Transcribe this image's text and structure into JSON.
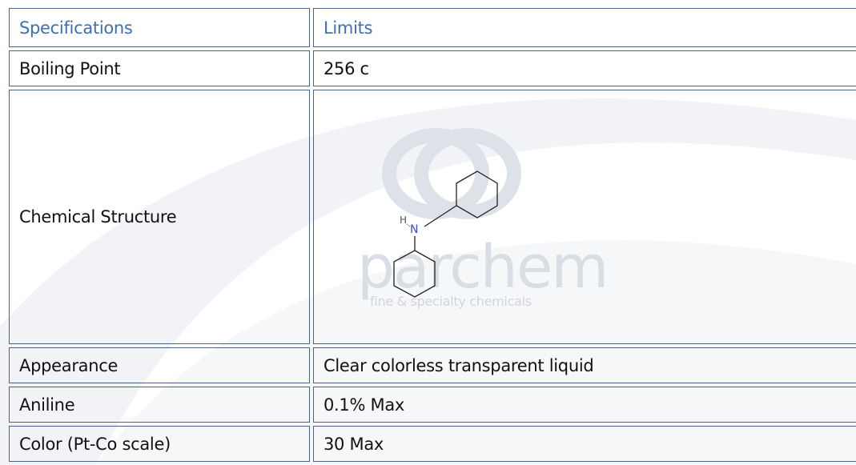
{
  "table": {
    "header": {
      "col1": "Specifications",
      "col2": "Limits"
    },
    "rows": [
      {
        "spec": "Boiling Point",
        "limit": "256 c"
      },
      {
        "spec": "Chemical Structure",
        "limit": ""
      },
      {
        "spec": "Appearance",
        "limit": "Clear colorless transparent liquid"
      },
      {
        "spec": "Aniline",
        "limit": "0.1% Max"
      },
      {
        "spec": "Color (Pt-Co scale)",
        "limit": "30 Max"
      }
    ]
  },
  "structure": {
    "atom_h": "H",
    "atom_n": "N",
    "watermark_brand": "parchem",
    "watermark_tagline": "fine & specialty chemicals"
  },
  "colors": {
    "header_text": "#3f6fb0",
    "border": "#4a6487",
    "nitrogen": "#3b4fd6",
    "watermark": "#d9dee5"
  }
}
